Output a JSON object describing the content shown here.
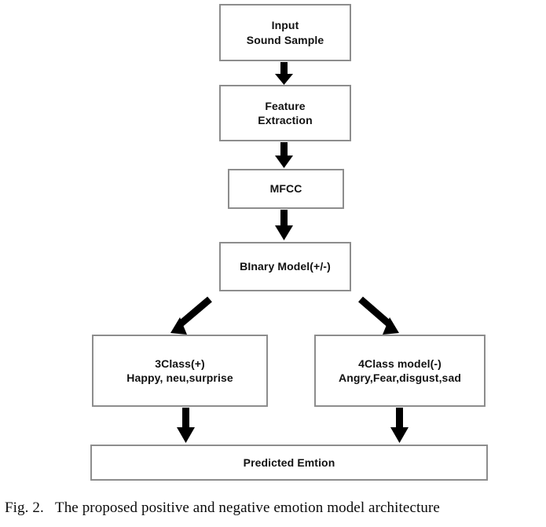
{
  "figure": {
    "caption": "Fig. 2.   The proposed positive and negative emotion model architecture",
    "colors": {
      "box_border": "#8d8d8d",
      "text": "#111111",
      "arrow": "#000000",
      "background": "#ffffff"
    }
  },
  "diagram": {
    "type": "flowchart",
    "title": "The proposed positive and negative emotion model architecture",
    "nodes": [
      {
        "id": "input",
        "line1": "Input",
        "line2": "Sound Sample"
      },
      {
        "id": "feature",
        "line1": "Feature",
        "line2": "Extraction"
      },
      {
        "id": "mfcc",
        "line1": "MFCC",
        "line2": ""
      },
      {
        "id": "binary",
        "line1": "BInary Model(+/-)",
        "line2": ""
      },
      {
        "id": "three_class",
        "line1": "3Class(+)",
        "line2": "Happy, neu,surprise"
      },
      {
        "id": "four_class",
        "line1": "4Class model(-)",
        "line2": "Angry,Fear,disgust,sad"
      },
      {
        "id": "predicted",
        "line1": "Predicted Emtion",
        "line2": ""
      }
    ],
    "edges": [
      {
        "from": "input",
        "to": "feature",
        "style": "vertical-arrow"
      },
      {
        "from": "feature",
        "to": "mfcc",
        "style": "vertical-arrow"
      },
      {
        "from": "mfcc",
        "to": "binary",
        "style": "vertical-arrow"
      },
      {
        "from": "binary",
        "to": "three_class",
        "style": "diagonal-arrow-left"
      },
      {
        "from": "binary",
        "to": "four_class",
        "style": "diagonal-arrow-right"
      },
      {
        "from": "three_class",
        "to": "predicted",
        "style": "vertical-arrow"
      },
      {
        "from": "four_class",
        "to": "predicted",
        "style": "vertical-arrow"
      }
    ]
  }
}
